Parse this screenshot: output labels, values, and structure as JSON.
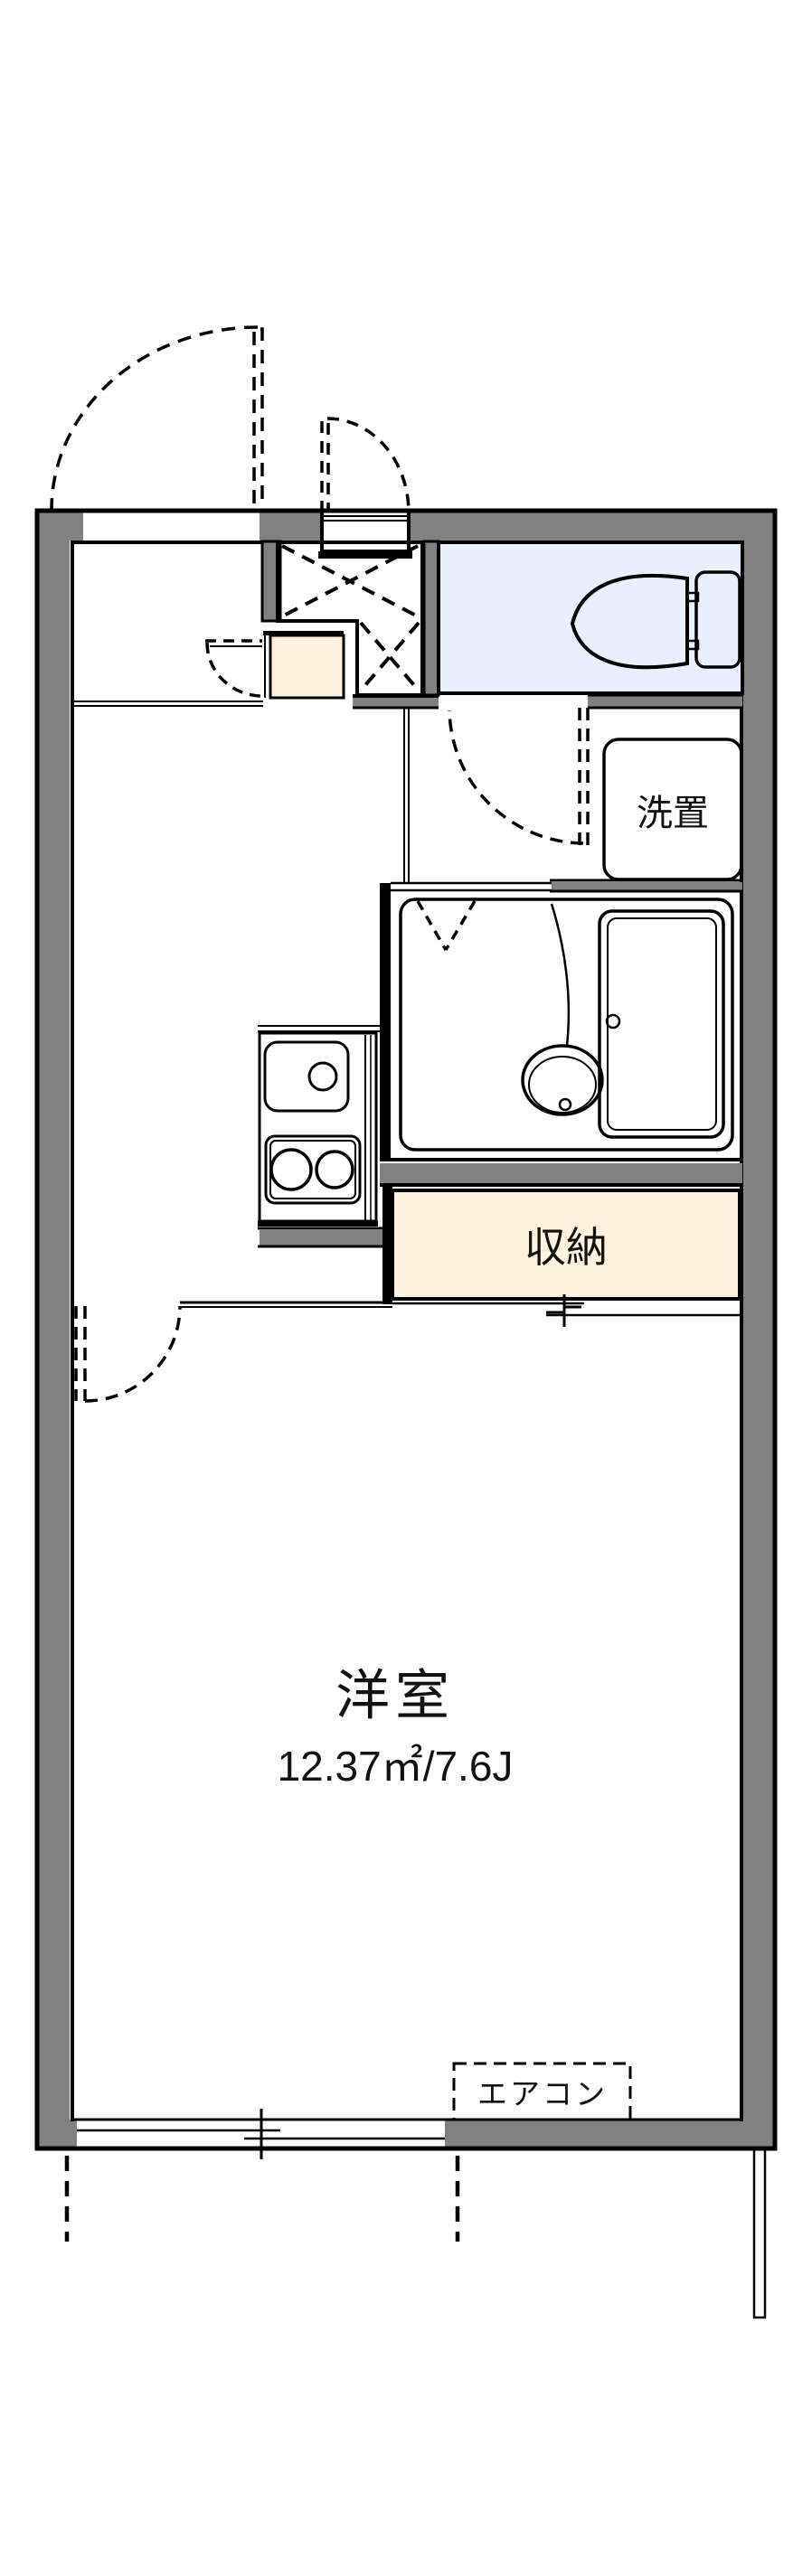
{
  "plan": {
    "type": "japanese-apartment-floorplan",
    "labels": {
      "main_room": "洋室",
      "main_room_size": "12.37㎡/7.6J",
      "storage": "収納",
      "laundry": "洗置",
      "aircon": "エアコン"
    },
    "rooms": [
      {
        "id": "main-room",
        "label": "洋室",
        "size_label": "12.37㎡/7.6J"
      },
      {
        "id": "storage-closet",
        "label": "収納"
      },
      {
        "id": "laundry-space",
        "label": "洗置"
      },
      {
        "id": "bathroom",
        "label": ""
      },
      {
        "id": "toilet-room",
        "label": ""
      },
      {
        "id": "kitchen",
        "label": ""
      },
      {
        "id": "genkan-entrance",
        "label": ""
      }
    ],
    "fixtures": [
      "toilet",
      "bathtub",
      "shower-stool",
      "kitchen-sink",
      "kitchen-stove-2-burner",
      "washing-machine-pan",
      "shoe-cabinet",
      "entrance-step",
      "air-conditioner",
      "sliding-balcony-window",
      "storage-sliding-door"
    ],
    "colors": {
      "wall_gray": "#818181",
      "fixture_blue": "#E9EFFC",
      "storage_cream": "#FCF2DE",
      "outline_black": "#000000",
      "text": "#111111"
    }
  }
}
